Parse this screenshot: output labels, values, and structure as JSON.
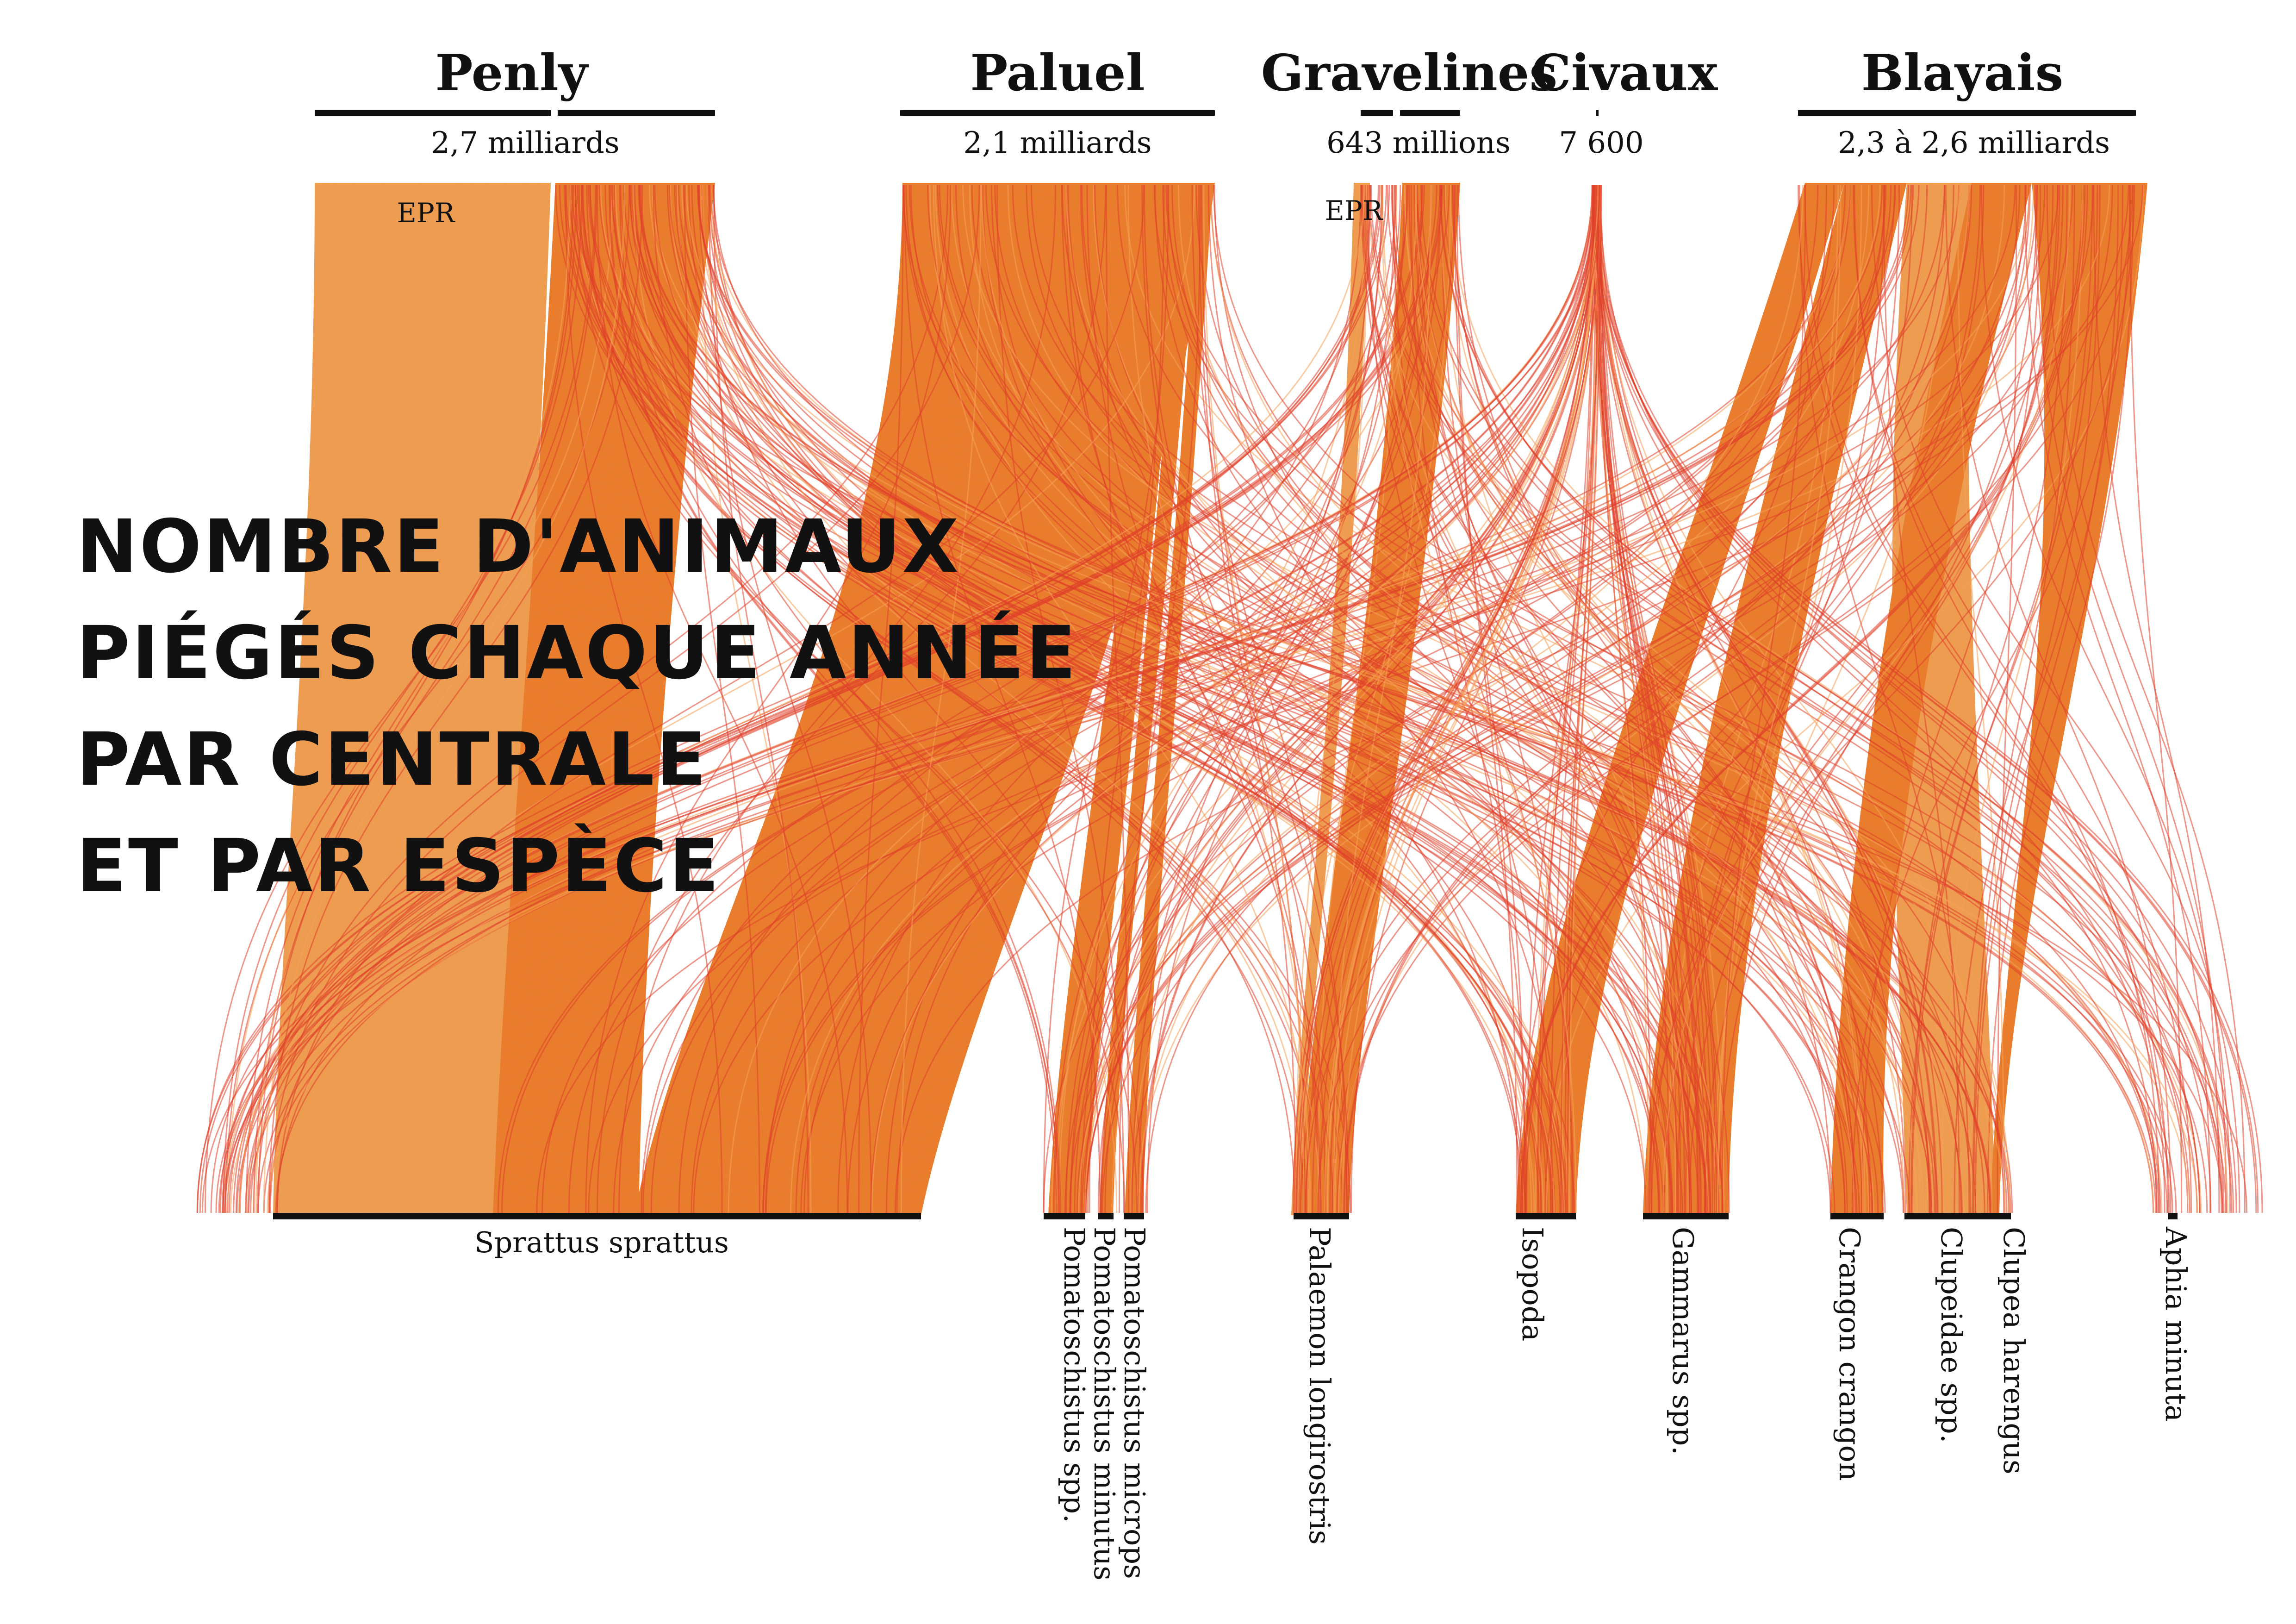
{
  "headline": {
    "line1": "NOMBRE D'ANIMAUX",
    "line2": "PIÉGÉS CHAQUE ANNÉE",
    "line3": "PAR CENTRALE",
    "line4": "ET PAR ESPÈCE"
  },
  "colors": {
    "flow_main": "#f07a2a",
    "flow_epr": "#f5a055",
    "flow_thin": "#e0402a",
    "bar": "#111111",
    "text": "#111111"
  },
  "plants": [
    {
      "id": "penly",
      "name": "Penly",
      "count": "2,7 milliards",
      "epr_label": "EPR"
    },
    {
      "id": "paluel",
      "name": "Paluel",
      "count": "2,1 milliards"
    },
    {
      "id": "gravelines",
      "name": "Gravelines",
      "count": "643 millions",
      "epr_label": "EPR"
    },
    {
      "id": "civaux",
      "name": "Civaux",
      "count": "7 600"
    },
    {
      "id": "blayais",
      "name": "Blayais",
      "count": "2,3 à 2,6 milliards"
    }
  ],
  "species": [
    {
      "id": "sprattus",
      "name": "Sprattus sprattus"
    },
    {
      "id": "pomato-spp",
      "name": "Pomatoschistus spp."
    },
    {
      "id": "pomato-minutus",
      "name": "Pomatoschistus minutus"
    },
    {
      "id": "pomato-microps",
      "name": "Pomatoschistus microps"
    },
    {
      "id": "palaemon",
      "name": "Palaemon longirostris"
    },
    {
      "id": "isopoda",
      "name": "Isopoda"
    },
    {
      "id": "gammarus",
      "name": "Gammarus spp."
    },
    {
      "id": "crangon",
      "name": "Crangon crangon"
    },
    {
      "id": "clupeidae",
      "name": "Clupeidae spp."
    },
    {
      "id": "clupea",
      "name": "Clupea harengus"
    },
    {
      "id": "aphia",
      "name": "Aphia minuta"
    }
  ]
}
